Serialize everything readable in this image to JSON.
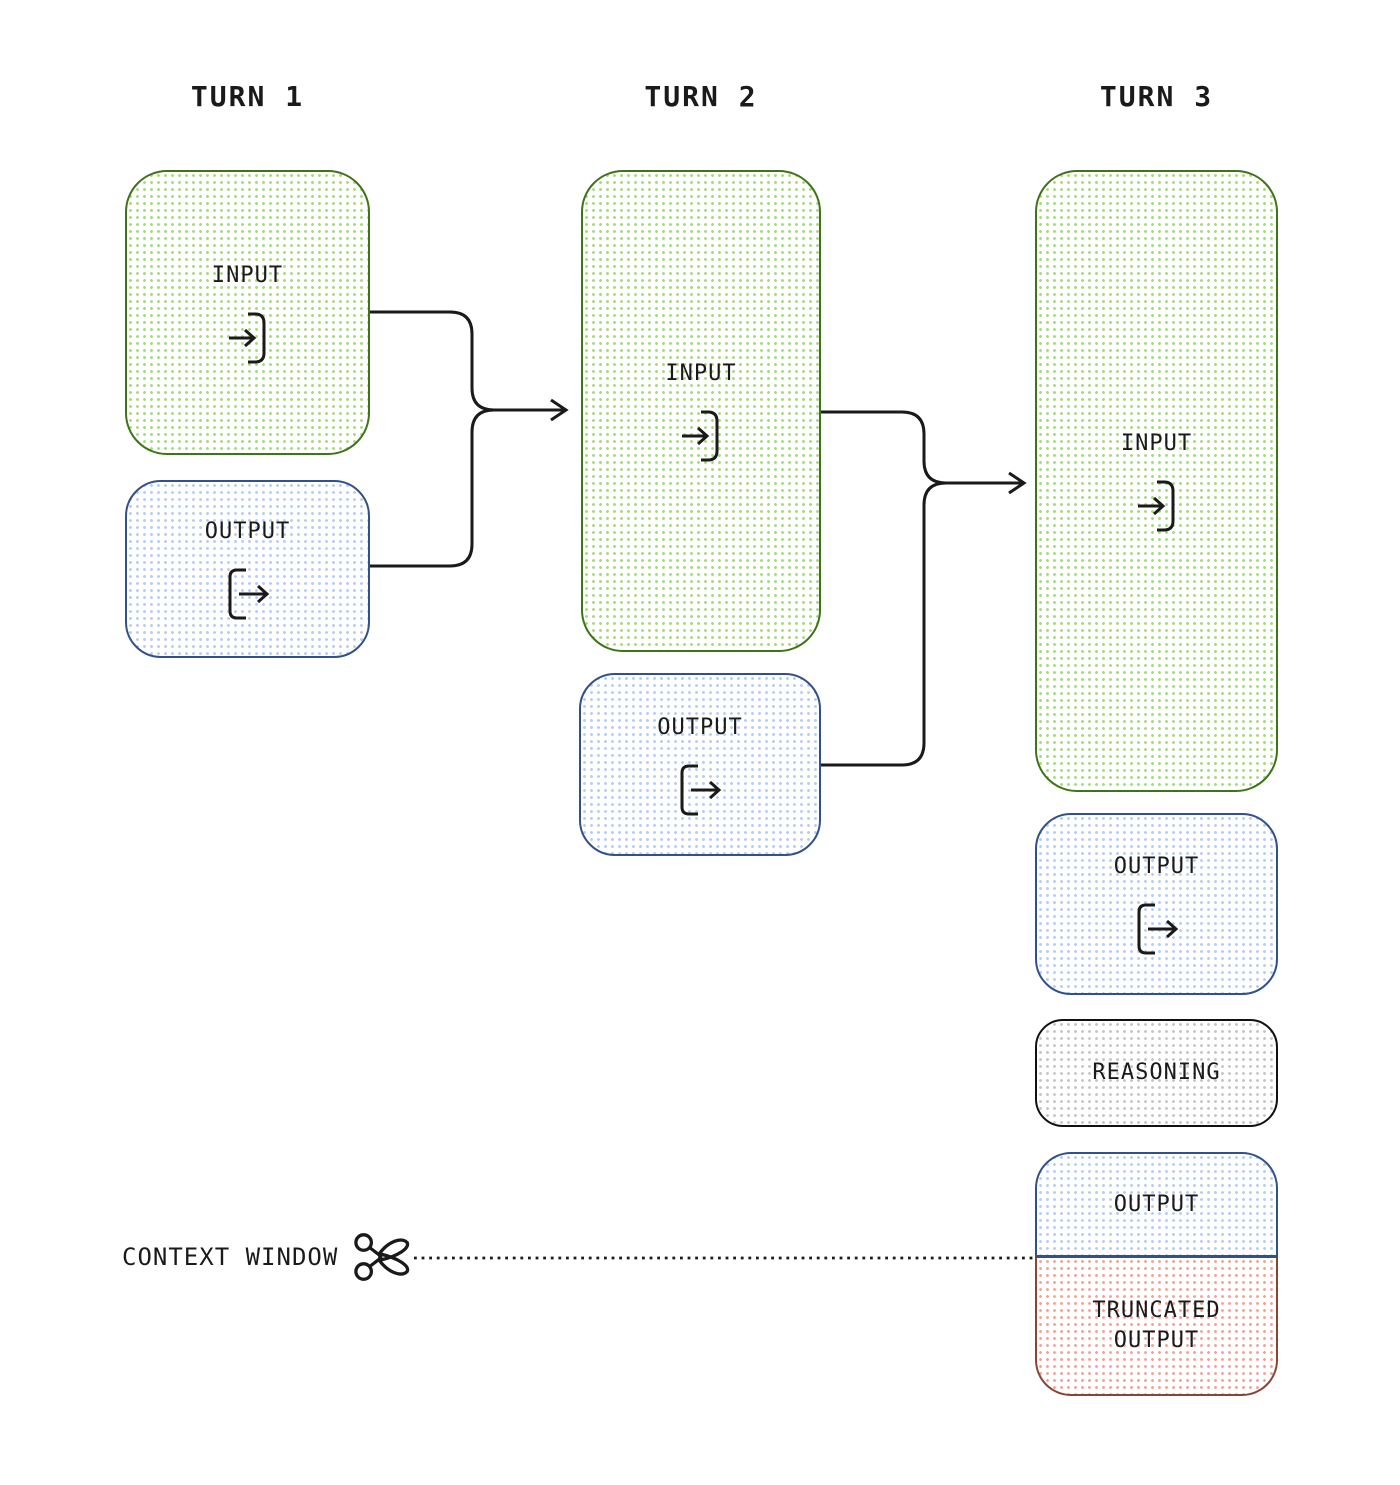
{
  "headers": {
    "turn1": "TURN 1",
    "turn2": "TURN 2",
    "turn3": "TURN 3"
  },
  "labels": {
    "input": "INPUT",
    "output": "OUTPUT",
    "reasoning": "REASONING",
    "truncated": "TRUNCATED OUTPUT",
    "context_window": "CONTEXT WINDOW"
  },
  "icons": {
    "input": "arrow-into-bracket",
    "output": "arrow-out-of-bracket",
    "cut": "scissors"
  },
  "colors": {
    "ink": "#1a1a1a",
    "green_border": "#3f7317",
    "green_dot": "#a8db80",
    "blue_border": "#32518b",
    "blue_dot": "#b8cdf2",
    "gray_dot": "#c7c7c7",
    "black_border": "#111111",
    "red_border": "#8a4434",
    "red_dot": "#f2a59c"
  }
}
